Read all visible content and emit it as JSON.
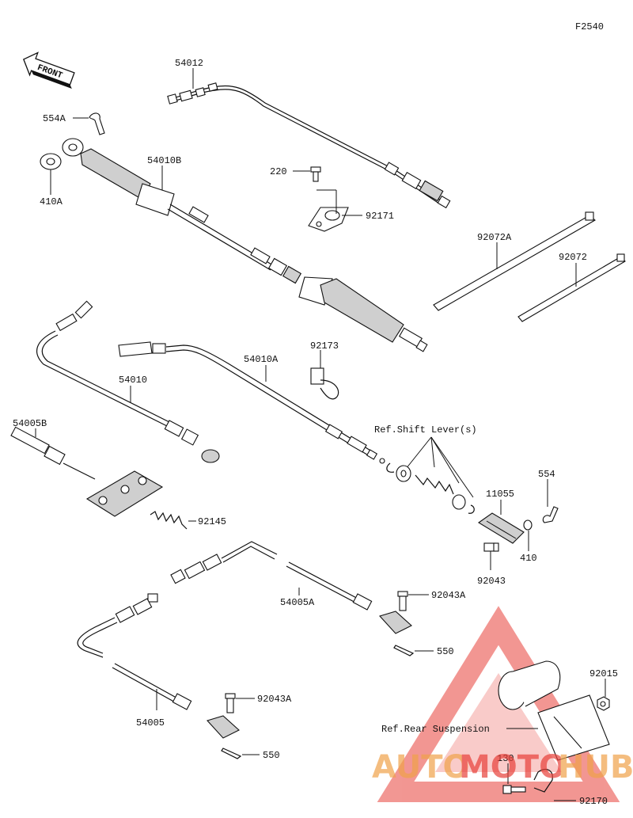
{
  "figure_code": "F2540",
  "front_label": "FRONT",
  "parts": {
    "p54012": "54012",
    "p554A": "554A",
    "p410A": "410A",
    "p54010B": "54010B",
    "p220": "220",
    "p92171": "92171",
    "p92072A": "92072A",
    "p92072": "92072",
    "p92173": "92173",
    "p54010A": "54010A",
    "p54010": "54010",
    "p54005B": "54005B",
    "p92145": "92145",
    "p554": "554",
    "p11055": "11055",
    "p410": "410",
    "p92043": "92043",
    "p54005A": "54005A",
    "p92043A_1": "92043A",
    "p550_1": "550",
    "p92043A_2": "92043A",
    "p54005": "54005",
    "p550_2": "550",
    "p92015": "92015",
    "p130": "130",
    "p92170": "92170"
  },
  "refs": {
    "shift_lever": "Ref.Shift Lever(s)",
    "rear_suspension": "Ref.Rear Suspension"
  },
  "watermark": {
    "left": "AUTO",
    "mid": "MOTO",
    "right": "HUB",
    "color_primary": "#e8413a",
    "color_secondary": "#f0a24a"
  }
}
